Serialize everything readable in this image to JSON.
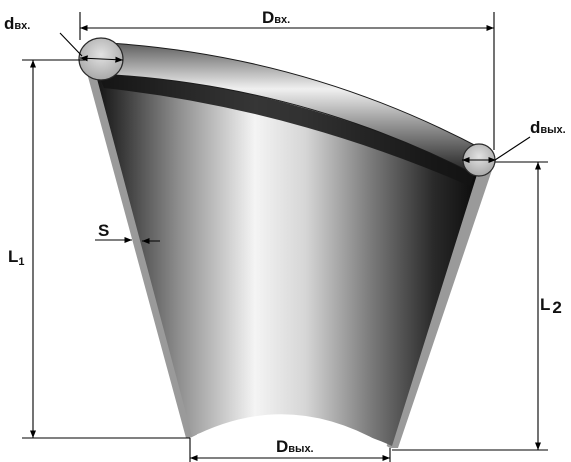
{
  "labels": {
    "d_in": {
      "main": "d",
      "sub": "вх."
    },
    "D_in": {
      "main": "D",
      "sub": "вх."
    },
    "d_out": {
      "main": "d",
      "sub": "вых."
    },
    "D_out": {
      "main": "D",
      "sub": "вых."
    },
    "L1": {
      "main": "L",
      "sub": "1"
    },
    "L2": {
      "main": "L",
      "sub": "2"
    },
    "S": {
      "main": "S"
    }
  },
  "colors": {
    "line": "#000000",
    "ring_fill": "#c8c8c8",
    "body_dark": "#1a1a1a",
    "body_light": "#f2f2f2",
    "edge": "#8a8a8a"
  }
}
